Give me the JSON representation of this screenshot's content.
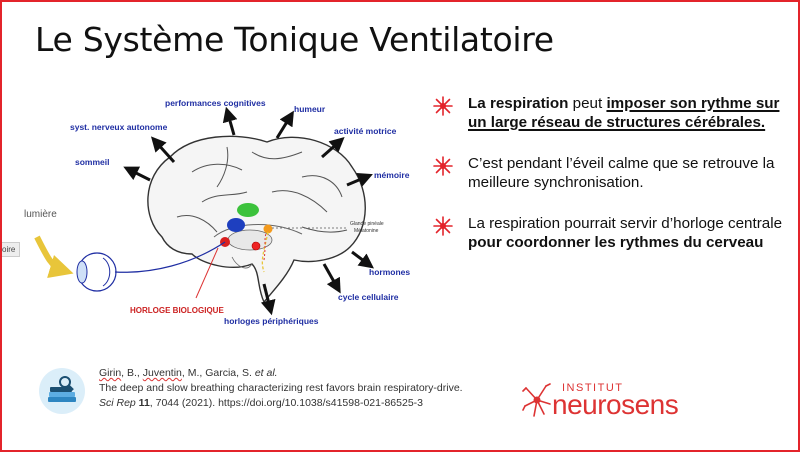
{
  "slide": {
    "title": "Le Système Tonique Ventilatoire",
    "side_tab": "oire"
  },
  "diagram": {
    "labels": {
      "performances": "performances cognitives",
      "humeur": "humeur",
      "syst": "syst. nerveux autonome",
      "activite": "activité motrice",
      "sommeil": "sommeil",
      "memoire": "mémoire",
      "lumiere": "lumière",
      "glande1": "Glande pinéale",
      "glande2": "Mélatonine",
      "hormones": "hormones",
      "cycle": "cycle cellulaire",
      "horloge_bio": "HORLOGE BIOLOGIQUE",
      "horloges_periph": "horloges périphériques"
    }
  },
  "bullets": [
    {
      "p1": "La respiration",
      "p2": " peut ",
      "p3": "imposer son rythme sur un large réseau de structures cérébrales."
    },
    {
      "text": "C’est pendant l’éveil calme que se retrouve la meilleure synchronisation."
    },
    {
      "p1": "La respiration pourrait servir d’horloge centrale ",
      "p2": "pour coordonner les rythmes du cerveau"
    }
  ],
  "reference": {
    "a1": "Girin",
    "a2": ", B., ",
    "a3": "Juventin",
    "a4": ", M., Garcia, S. ",
    "a5": "et al.",
    "line2": "The deep and slow breathing characterizing rest favors brain respiratory-drive.",
    "journal": "Sci Rep",
    "volume": " 11",
    "rest": ", 7044 (2021). https://doi.org/10.1038/s41598-021-86525-3"
  },
  "logo": {
    "top": "INSTITUT",
    "main": "neurosens"
  },
  "colors": {
    "accent_red": "#e3242b",
    "label_blue": "#1f2ea3"
  }
}
